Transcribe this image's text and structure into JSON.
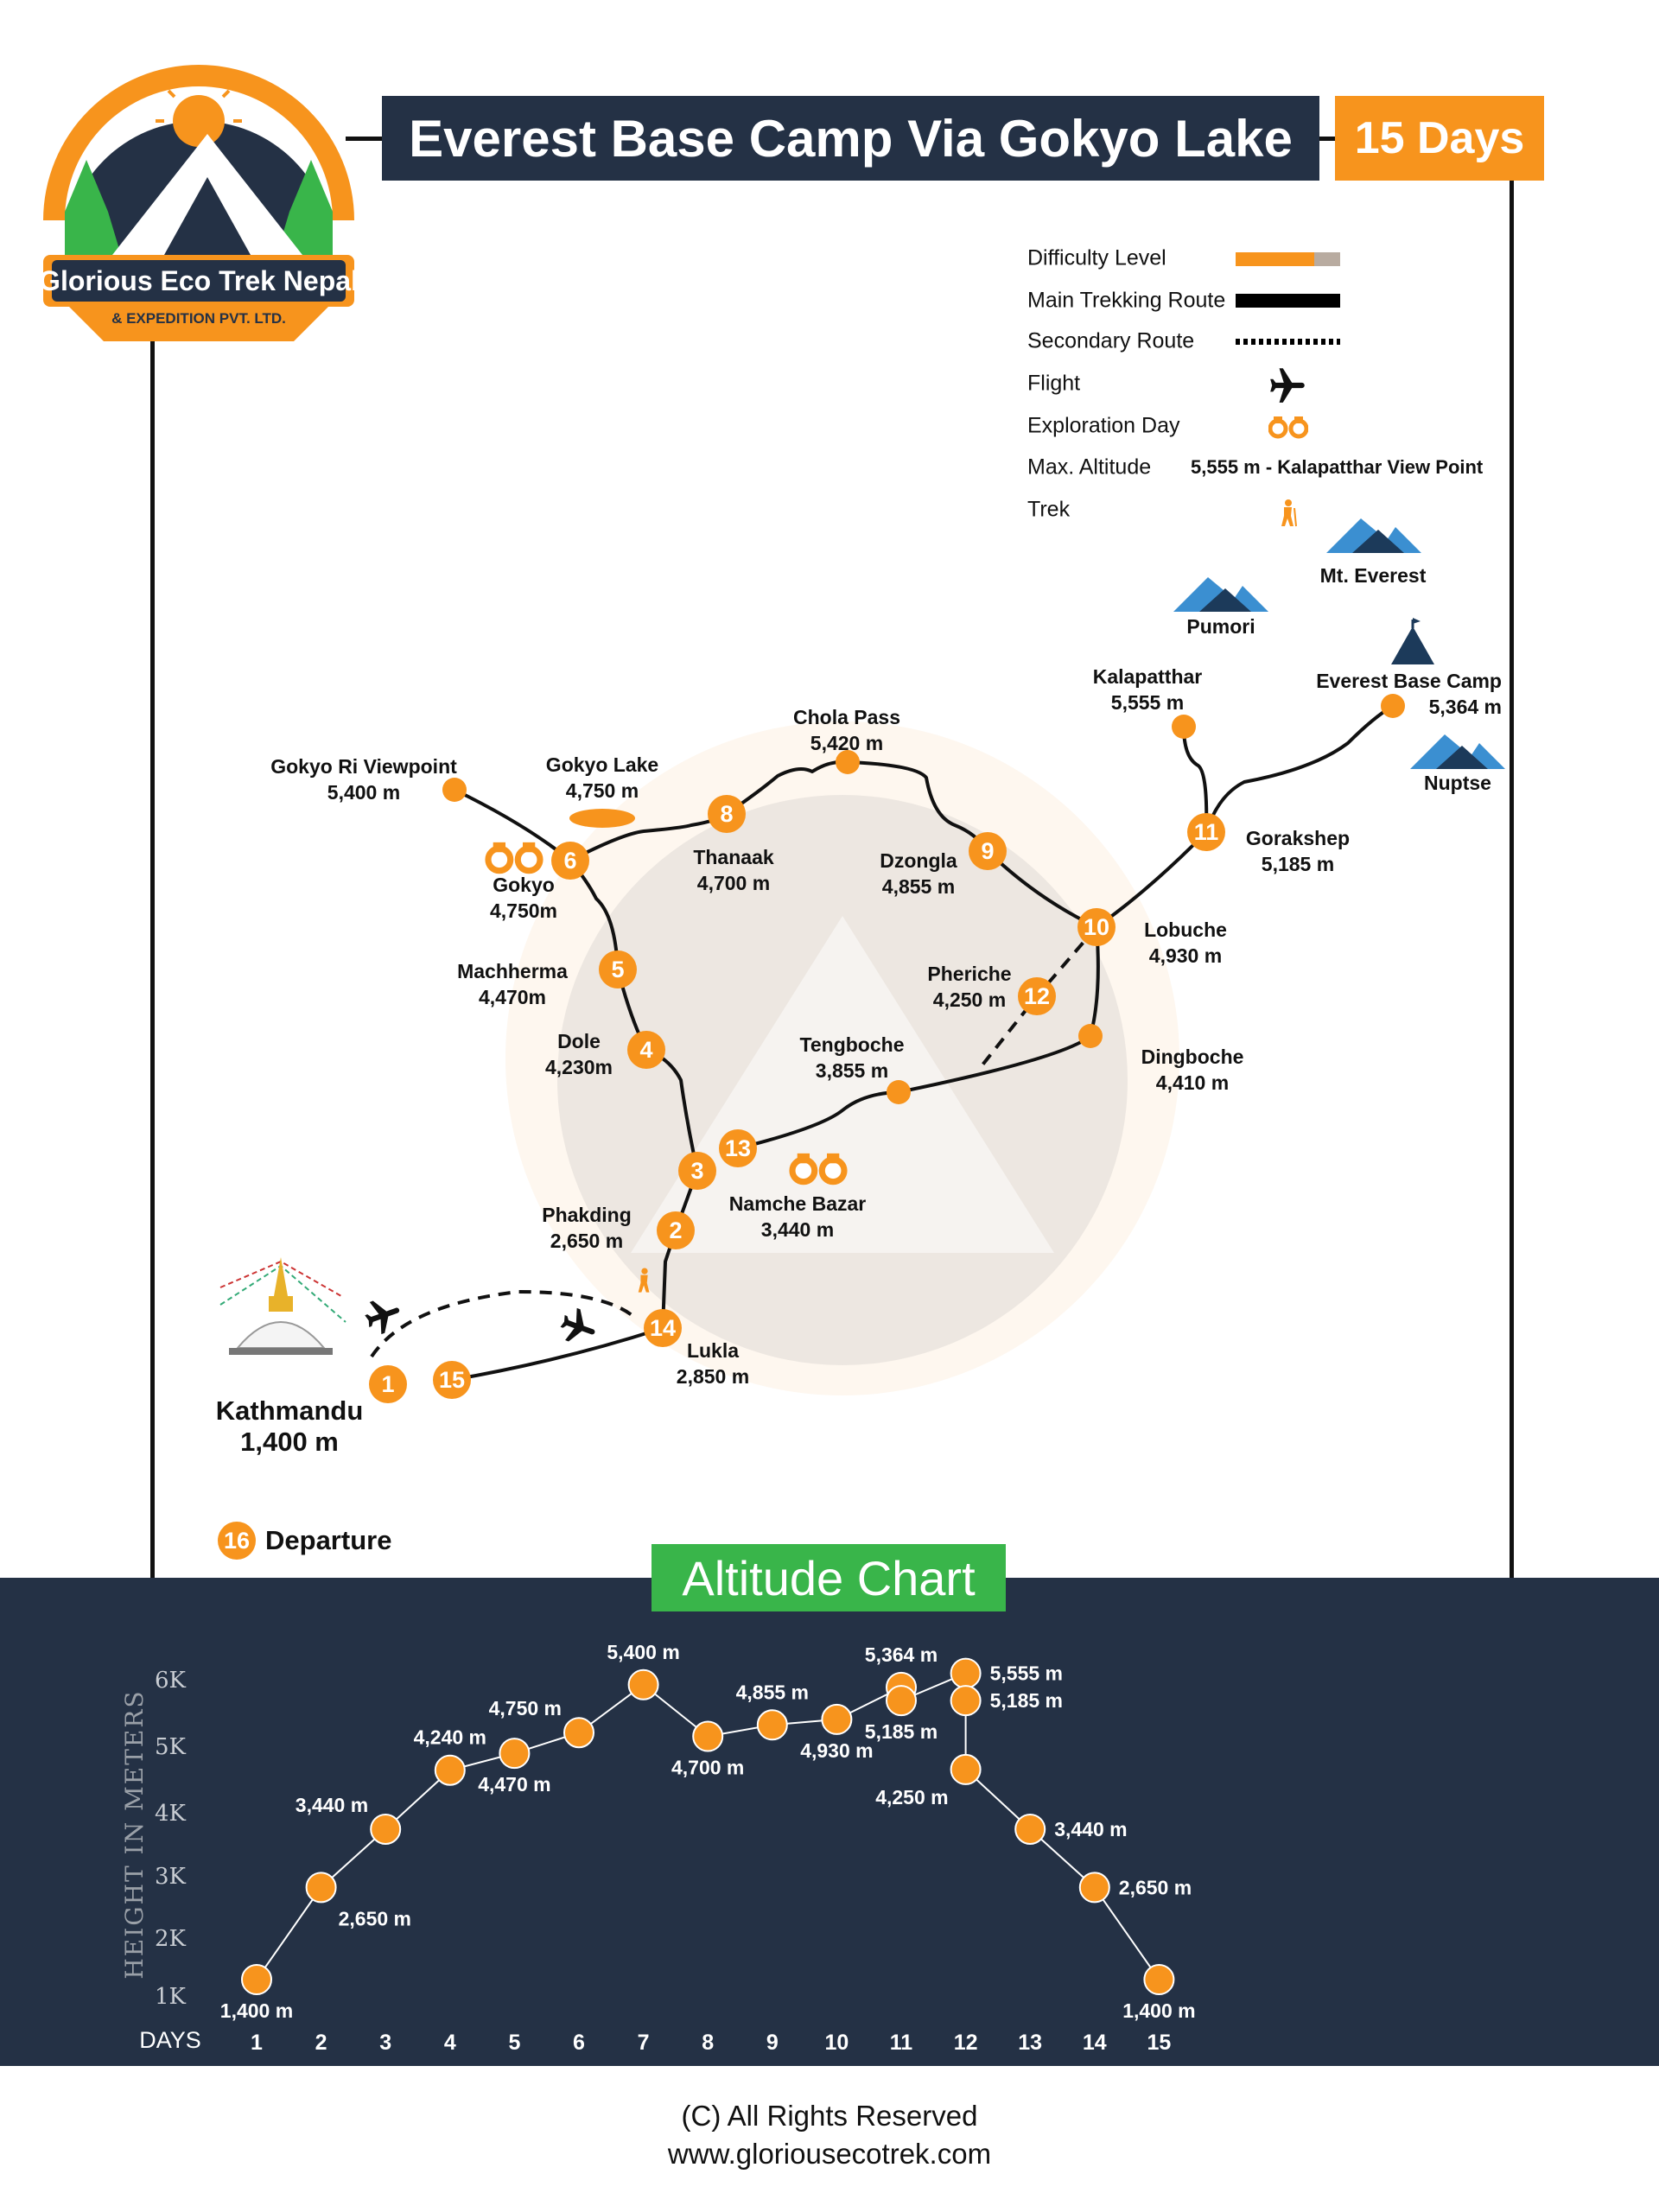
{
  "logo": {
    "name": "Glorious Eco Trek Nepal",
    "sub": "& EXPEDITION PVT. LTD."
  },
  "header": {
    "title": "Everest Base Camp Via Gokyo Lake",
    "duration": "15 Days"
  },
  "colors": {
    "accent": "#f7941d",
    "navy": "#243145",
    "green": "#39b54a",
    "difficulty_rest": "#b8aba0"
  },
  "legend": {
    "difficulty": "Difficulty Level",
    "difficulty_level": 0.75,
    "main_route": "Main Trekking Route",
    "secondary_route": "Secondary Route",
    "flight": "Flight",
    "exploration": "Exploration Day",
    "max_altitude": "Max. Altitude",
    "max_altitude_value": "5,555 m - Kalapatthar View Point",
    "trek": "Trek"
  },
  "peaks": [
    "Mt. Everest",
    "Pumori",
    "Nuptse"
  ],
  "places": [
    {
      "name": "Gokyo Ri Viewpoint",
      "alt": "5,400 m"
    },
    {
      "name": "Gokyo Lake",
      "alt": "4,750 m"
    },
    {
      "name": "Chola Pass",
      "alt": "5,420 m"
    },
    {
      "name": "Kalapatthar",
      "alt": "5,555 m"
    },
    {
      "name": "Everest Base Camp",
      "alt": "5,364 m"
    },
    {
      "name": "Gorakshep",
      "alt": "5,185 m"
    },
    {
      "name": "Lobuche",
      "alt": "4,930 m"
    },
    {
      "name": "Dzongla",
      "alt": "4,855 m"
    },
    {
      "name": "Thanaak",
      "alt": "4,700 m"
    },
    {
      "name": "Gokyo",
      "alt": "4,750m"
    },
    {
      "name": "Machherma",
      "alt": "4,470m"
    },
    {
      "name": "Dole",
      "alt": "4,230m"
    },
    {
      "name": "Pheriche",
      "alt": "4,250 m"
    },
    {
      "name": "Dingboche",
      "alt": "4,410 m"
    },
    {
      "name": "Tengboche",
      "alt": "3,855 m"
    },
    {
      "name": "Namche Bazar",
      "alt": "3,440 m"
    },
    {
      "name": "Phakding",
      "alt": "2,650 m"
    },
    {
      "name": "Lukla",
      "alt": "2,850 m"
    },
    {
      "name": "Kathmandu",
      "alt": "1,400 m"
    }
  ],
  "day_markers": [
    "1",
    "2",
    "3",
    "4",
    "5",
    "6",
    "8",
    "9",
    "10",
    "11",
    "12",
    "13",
    "14",
    "15"
  ],
  "departure": {
    "day": "16",
    "label": "Departure"
  },
  "chart_data": {
    "type": "line",
    "title": "Altitude Chart",
    "ylabel": "HEIGHT IN METERS",
    "xlabel": "DAYS",
    "yticks": [
      "1K",
      "2K",
      "3K",
      "4K",
      "5K",
      "6K"
    ],
    "xticks": [
      "1",
      "2",
      "3",
      "4",
      "5",
      "6",
      "7",
      "8",
      "9",
      "10",
      "11",
      "12",
      "13",
      "14",
      "15"
    ],
    "points": [
      {
        "day": 1,
        "alt": 1400,
        "label": "1,400 m",
        "pos": "below"
      },
      {
        "day": 2,
        "alt": 2650,
        "label": "2,650 m",
        "pos": "below-right"
      },
      {
        "day": 3,
        "alt": 3440,
        "label": "3,440 m",
        "pos": "above-left"
      },
      {
        "day": 4,
        "alt": 4240,
        "label": "4,240 m",
        "pos": "above"
      },
      {
        "day": 5,
        "alt": 4470,
        "label": "4,470 m",
        "pos": "below"
      },
      {
        "day": 6,
        "alt": 4750,
        "label": "4,750 m",
        "pos": "above-left"
      },
      {
        "day": 7,
        "alt": 5400,
        "label": "5,400 m",
        "pos": "above"
      },
      {
        "day": 8,
        "alt": 4700,
        "label": "4,700 m",
        "pos": "below"
      },
      {
        "day": 9,
        "alt": 4855,
        "label": "4,855 m",
        "pos": "above"
      },
      {
        "day": 10,
        "alt": 4930,
        "label": "4,930 m",
        "pos": "below"
      },
      {
        "day": 11,
        "alt": 5364,
        "label": "5,364 m",
        "pos": "above"
      },
      {
        "day": 11,
        "alt": 5185,
        "label": "5,185 m",
        "pos": "below"
      },
      {
        "day": 12,
        "alt": 5555,
        "label": "5,555 m",
        "pos": "right"
      },
      {
        "day": 12,
        "alt": 5185,
        "label": "5,185 m",
        "pos": "right"
      },
      {
        "day": 12,
        "alt": 4250,
        "label": "4,250 m",
        "pos": "below-left"
      },
      {
        "day": 13,
        "alt": 3440,
        "label": "3,440 m",
        "pos": "right"
      },
      {
        "day": 14,
        "alt": 2650,
        "label": "2,650 m",
        "pos": "right"
      },
      {
        "day": 15,
        "alt": 1400,
        "label": "1,400 m",
        "pos": "below"
      }
    ]
  },
  "footer": {
    "copyright": "(C) All Rights Reserved",
    "website": "www.gloriousecotrek.com"
  }
}
